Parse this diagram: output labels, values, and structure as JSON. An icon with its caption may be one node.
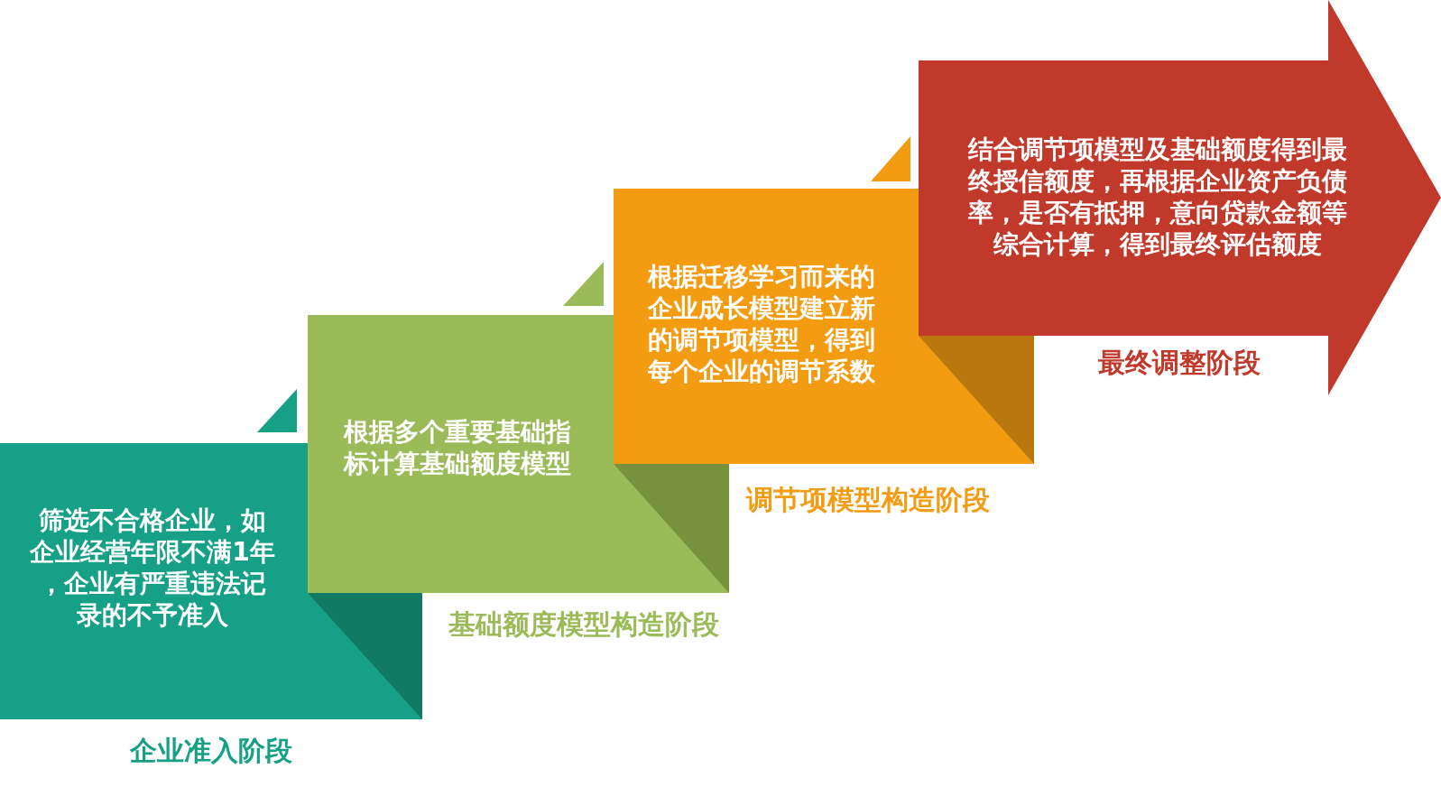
{
  "diagram": {
    "nodes": [
      {
        "text": [
          "筛选不合格企业，如企业经营年限不满1年，企业有严重违法记录的不予准入"
        ],
        "beside": [
          "企业准入阶段"
        ]
      },
      {
        "text": [
          "根据多个重要基础指标计算基础额度模型"
        ],
        "beside": [
          "基础额度模型构造阶段"
        ]
      },
      {
        "text": [
          "根据迁移学习而来的企业成长模型建立新的调节项模型，得到每个企业的调节系数"
        ],
        "beside": [
          "调节项模型构造阶段"
        ]
      },
      {
        "text": [
          "结合调节项模型及基础额度得到最终授信额度，再根据企业资产负债率，是否有抵押，意向贷款金额等综合计算，得到最终评估额度"
        ],
        "beside": [
          "最终调整阶段"
        ]
      }
    ]
  }
}
